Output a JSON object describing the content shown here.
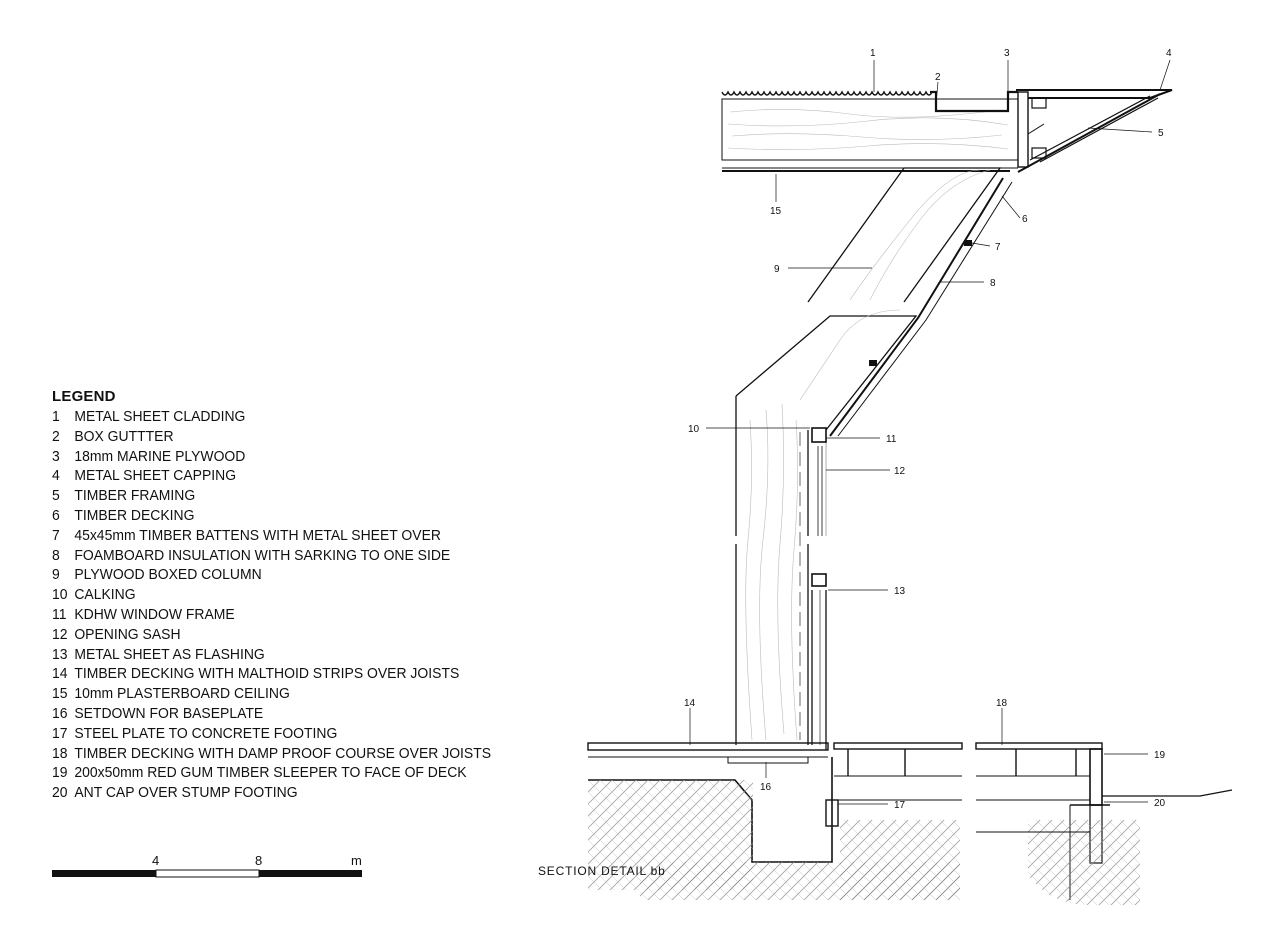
{
  "legend": {
    "title": "LEGEND",
    "items": [
      {
        "num": "1",
        "text": "METAL SHEET CLADDING"
      },
      {
        "num": "2",
        "text": "BOX GUTTTER"
      },
      {
        "num": "3",
        "text": "18mm MARINE PLYWOOD"
      },
      {
        "num": "4",
        "text": "METAL SHEET CAPPING"
      },
      {
        "num": "5",
        "text": "TIMBER FRAMING"
      },
      {
        "num": "6",
        "text": "TIMBER DECKING"
      },
      {
        "num": "7",
        "text": "45x45mm TIMBER BATTENS WITH METAL SHEET OVER"
      },
      {
        "num": "8",
        "text": "FOAMBOARD INSULATION WITH SARKING TO ONE SIDE"
      },
      {
        "num": "9",
        "text": "PLYWOOD BOXED COLUMN"
      },
      {
        "num": "10",
        "text": "CALKING"
      },
      {
        "num": "11",
        "text": "KDHW WINDOW FRAME"
      },
      {
        "num": "12",
        "text": "OPENING SASH"
      },
      {
        "num": "13",
        "text": "METAL SHEET AS FLASHING"
      },
      {
        "num": "14",
        "text": "TIMBER DECKING WITH MALTHOID STRIPS OVER JOISTS"
      },
      {
        "num": "15",
        "text": "10mm PLASTERBOARD CEILING"
      },
      {
        "num": "16",
        "text": "SETDOWN FOR BASEPLATE"
      },
      {
        "num": "17",
        "text": "STEEL PLATE TO CONCRETE FOOTING"
      },
      {
        "num": "18",
        "text": "TIMBER DECKING WITH DAMP PROOF COURSE OVER JOISTS"
      },
      {
        "num": "19",
        "text": "200x50mm RED GUM TIMBER SLEEPER TO FACE OF DECK"
      },
      {
        "num": "20",
        "text": "ANT CAP OVER STUMP FOOTING"
      }
    ]
  },
  "scale_bar": {
    "label_4": "4",
    "label_8": "8",
    "unit": "m"
  },
  "section_title": "SECTION DETAIL bb",
  "callouts": [
    "1",
    "2",
    "3",
    "4",
    "5",
    "6",
    "7",
    "8",
    "9",
    "10",
    "11",
    "12",
    "13",
    "14",
    "15",
    "16",
    "17",
    "18",
    "19",
    "20"
  ]
}
